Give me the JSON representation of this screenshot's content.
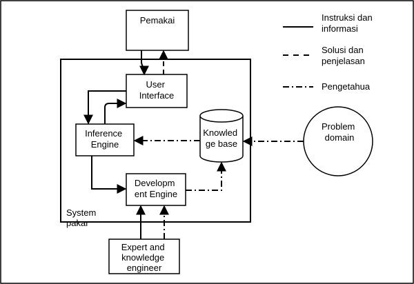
{
  "nodes": {
    "pemakai": {
      "lines": [
        "Pemakai"
      ]
    },
    "user_interface": {
      "lines": [
        "User",
        "Interface"
      ]
    },
    "inference_engine": {
      "lines": [
        "Inference",
        "Engine"
      ]
    },
    "knowledge_base": {
      "lines": [
        "Knowled",
        "ge base"
      ]
    },
    "development_engine": {
      "lines": [
        "Developm",
        "ent Engine"
      ]
    },
    "expert": {
      "lines": [
        "Expert and",
        "knowledge",
        "engineer"
      ]
    },
    "problem_domain": {
      "lines": [
        "Problem",
        "domain"
      ]
    },
    "system_pakar": {
      "lines": [
        "System",
        "pakar"
      ]
    }
  },
  "legend": [
    {
      "style": "solid",
      "lines": [
        "Instruksi dan",
        "informasi"
      ]
    },
    {
      "style": "dashed",
      "lines": [
        "Solusi dan",
        "penjelasan"
      ]
    },
    {
      "style": "dashdot",
      "lines": [
        "Pengetahua"
      ]
    }
  ],
  "colors": {
    "stroke": "#000000",
    "background": "#ffffff"
  }
}
